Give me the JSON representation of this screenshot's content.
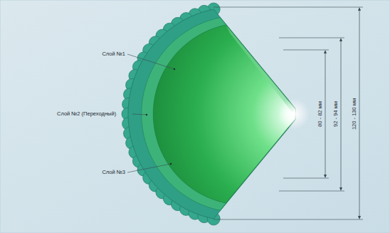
{
  "diagram": {
    "labels": [
      "Слой №1",
      "Слой №2 (Переходный)",
      "Слой №3",
      "80 - 82 мм",
      "92 - 94 мм",
      "120 - 130 мм"
    ]
  }
}
